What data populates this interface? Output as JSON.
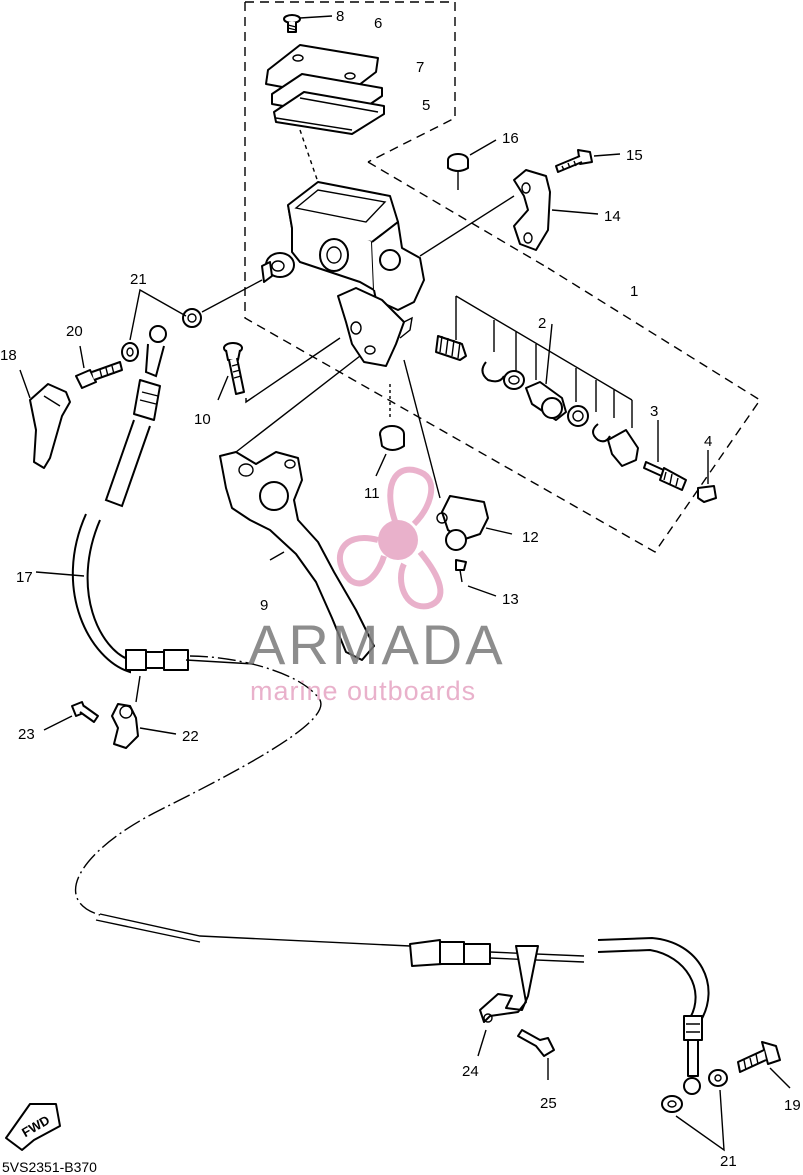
{
  "callouts": {
    "c1": "1",
    "c2": "2",
    "c3": "3",
    "c4": "4",
    "c5": "5",
    "c6": "6",
    "c7": "7",
    "c8": "8",
    "c9": "9",
    "c10": "10",
    "c11": "11",
    "c12": "12",
    "c13": "13",
    "c14": "14",
    "c15": "15",
    "c16": "16",
    "c17": "17",
    "c18": "18",
    "c19": "19",
    "c20": "20",
    "c21a": "21",
    "c21b": "21",
    "c22": "22",
    "c23": "23",
    "c24": "24",
    "c25": "25"
  },
  "watermark": {
    "brand": "ARMADA",
    "tagline": "marine outboards",
    "logo_icon": "propeller-logo-icon",
    "colors": {
      "brand_text": "#7a7a7a",
      "tagline_text": "#e6a4c3",
      "propeller": "#e6a4c3"
    }
  },
  "fwd_badge": {
    "label": "FWD",
    "icon": "fwd-arrow-icon"
  },
  "diagram_code": "5VS2351-B370"
}
